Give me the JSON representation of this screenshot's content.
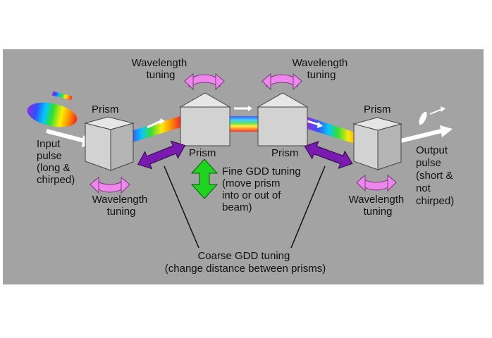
{
  "colors": {
    "panel": "#a3a3a3",
    "prism_top": "#e6e6e6",
    "prism_front": "#d2d2d2",
    "prism_side": "#b4b4b4",
    "wavelength_arrow": "#ee86ee",
    "coarse_arrow": "#7a1ab0",
    "fine_arrow": "#1fd41f",
    "beam": "#ffffff"
  },
  "labels": {
    "wavelength_tuning_top_left": [
      "Wavelength",
      "tuning"
    ],
    "wavelength_tuning_top_right": [
      "Wavelength",
      "tuning"
    ],
    "prism_1": "Prism",
    "prism_2": "Prism",
    "prism_3": "Prism",
    "prism_4": "Prism",
    "input_pulse": [
      "Input",
      "pulse",
      "(long &",
      "chirped)"
    ],
    "output_pulse": [
      "Output",
      "pulse",
      "(short &",
      "not",
      "chirped)"
    ],
    "wavelength_tuning_bottom_left": [
      "Wavelength",
      "tuning"
    ],
    "wavelength_tuning_bottom_right": [
      "Wavelength",
      "tuning"
    ],
    "fine_gdd": [
      "Fine GDD tuning",
      "(move prism",
      "into or out of",
      "beam)"
    ],
    "coarse_gdd": [
      "Coarse GDD tuning",
      "(change distance between prisms)"
    ]
  },
  "icons": {
    "wavelength_arrows": "curved-double-arrow-icon",
    "coarse_arrows": "double-arrow-icon",
    "fine_arrow": "vertical-double-arrow-icon",
    "input_spectrum": "rainbow-ellipse-icon",
    "output_pulse": "ellipse-icon"
  }
}
